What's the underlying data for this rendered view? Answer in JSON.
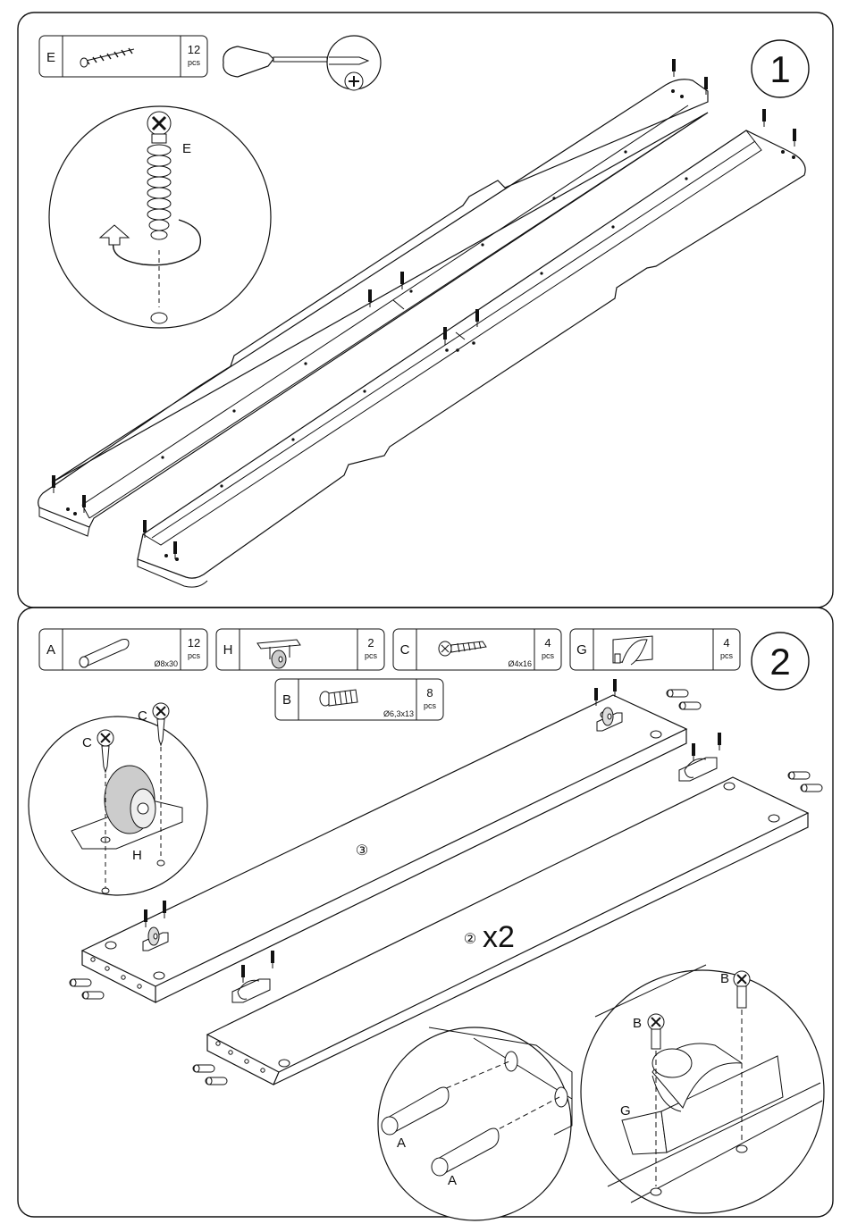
{
  "step1": {
    "number": "1",
    "parts": [
      {
        "letter": "E",
        "qty": "12",
        "unit": "pcs"
      }
    ],
    "detail_label_e": "E"
  },
  "step2": {
    "number": "2",
    "parts": [
      {
        "letter": "A",
        "qty": "12",
        "unit": "pcs",
        "size": "Ø8x30"
      },
      {
        "letter": "H",
        "qty": "2",
        "unit": "pcs",
        "size": ""
      },
      {
        "letter": "C",
        "qty": "4",
        "unit": "pcs",
        "size": "Ø4x16"
      },
      {
        "letter": "G",
        "qty": "4",
        "unit": "pcs",
        "size": ""
      },
      {
        "letter": "B",
        "qty": "8",
        "unit": "pcs",
        "size": "Ø6,3x13"
      }
    ],
    "panel3_label": "③",
    "panel2_label": "②",
    "panel2_mult": "x2",
    "callout_c1": "C",
    "callout_c2": "C",
    "callout_h": "H",
    "callout_a1": "A",
    "callout_a2": "A",
    "callout_b1": "B",
    "callout_b2": "B",
    "callout_g": "G"
  }
}
